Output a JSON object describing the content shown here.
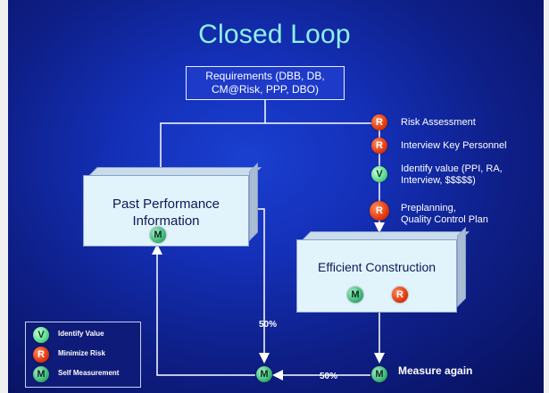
{
  "title": "Closed Loop",
  "requirements": {
    "line1": "Requirements (DBB, DB,",
    "line2": "CM@Risk, PPP, DBO)"
  },
  "past_box": {
    "line1": "Past Performance",
    "line2": "Information",
    "badge": "M"
  },
  "efficient_box": {
    "label": "Efficient Construction",
    "badges": [
      "M",
      "R"
    ]
  },
  "steps": [
    {
      "badge": "R",
      "lines": [
        "Risk Assessment"
      ]
    },
    {
      "badge": "R",
      "lines": [
        "Interview Key Personnel"
      ]
    },
    {
      "badge": "V",
      "lines": [
        "Identify value (PPI, RA,",
        "Interview, $$$$$)"
      ]
    },
    {
      "badge": "R",
      "lines": [
        "Preplanning,",
        "Quality Control Plan"
      ]
    }
  ],
  "percent_left": "50%",
  "percent_bottom": "50%",
  "measure_again": "Measure again",
  "bottom_badges": [
    "M",
    "M"
  ],
  "legend": [
    {
      "badge": "V",
      "label": "Identify Value"
    },
    {
      "badge": "R",
      "label": "Minimize Risk"
    },
    {
      "badge": "M",
      "label": "Self Measurement"
    }
  ],
  "colors": {
    "title": "#8ff0e8",
    "risk": "#e23a10",
    "value": "#5ad890",
    "measure": "#3ab878"
  }
}
